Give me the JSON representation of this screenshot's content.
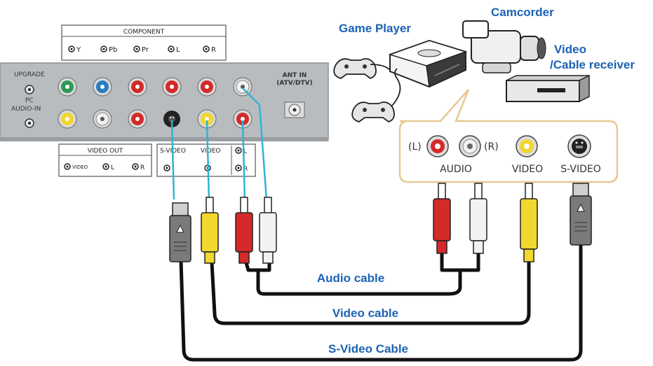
{
  "tv_panel": {
    "component_title": "COMPONENT",
    "component_jacks": [
      "Y",
      "Pb",
      "Pr",
      "L",
      "R"
    ],
    "upgrade_label": "UPGRADE",
    "pc_label": "PC",
    "audio_in_label": "AUDIO-IN",
    "ant_in_label_1": "ANT IN",
    "ant_in_label_2": "(ATV/DTV)",
    "video_out_title": "VIDEO OUT",
    "video_out_jacks": [
      "VIDEO",
      "L",
      "R"
    ],
    "svideo_label": "S-VIDEO",
    "video_label": "VIDEO",
    "input_l_label": "L",
    "input_r_label": "R"
  },
  "devices": {
    "game_player": "Game Player",
    "camcorder": "Camcorder",
    "receiver_line1": "Video",
    "receiver_line2": "/Cable receiver"
  },
  "device_panel": {
    "left_paren": "(L)",
    "right_paren": "(R)",
    "audio_label": "AUDIO",
    "video_label": "VIDEO",
    "svideo_label": "S-VIDEO"
  },
  "cables": {
    "audio": "Audio cable",
    "video": "Video cable",
    "svideo": "S-Video Cable"
  },
  "colors": {
    "label_blue": "#1b63b3",
    "tv_panel": "#b9bcbf",
    "cable_link": "#2fb4cf",
    "device_panel_border": "#e6c891",
    "jack_red": "#d42a2a",
    "jack_yellow": "#f1d72e",
    "jack_green": "#2f9a55",
    "jack_blue": "#2a7cc0",
    "jack_white": "#f2f2f2"
  }
}
